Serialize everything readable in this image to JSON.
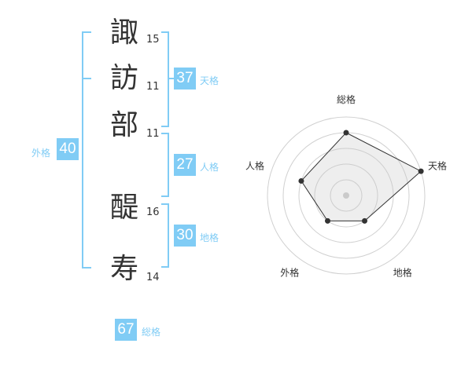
{
  "name": {
    "chars": [
      {
        "char": "諏",
        "strokes": "15"
      },
      {
        "char": "訪",
        "strokes": "11"
      },
      {
        "char": "部",
        "strokes": "11"
      },
      {
        "char": "醍",
        "strokes": "16"
      },
      {
        "char": "寿",
        "strokes": "14"
      }
    ]
  },
  "scores": {
    "tenkaku": {
      "label": "天格",
      "value": "37"
    },
    "jinkaku": {
      "label": "人格",
      "value": "27"
    },
    "chikaku": {
      "label": "地格",
      "value": "30"
    },
    "gaikaku": {
      "label": "外格",
      "value": "40"
    },
    "soukaku": {
      "label": "総格",
      "value": "67"
    }
  },
  "chart_data": {
    "type": "radar",
    "axes": [
      "総格",
      "天格",
      "地格",
      "外格",
      "人格"
    ],
    "values": [
      4,
      5,
      2,
      2,
      3
    ],
    "range": [
      0,
      5
    ],
    "rings": 5
  },
  "colors": {
    "accent": "#80ccf5"
  }
}
